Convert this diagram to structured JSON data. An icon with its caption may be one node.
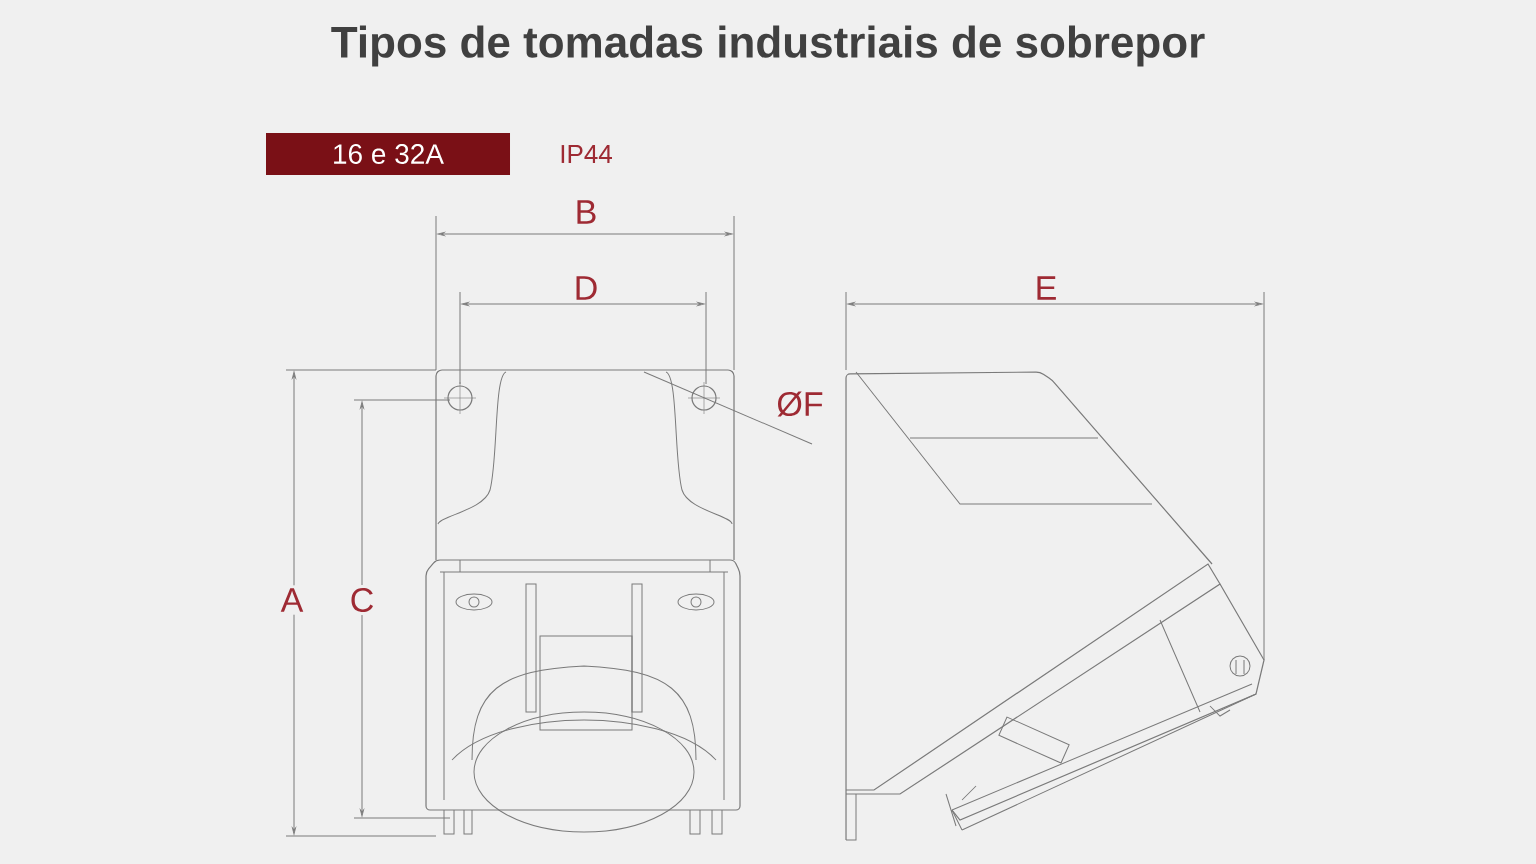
{
  "diagram": {
    "title": "Tipos de tomadas industriais de sobrepor",
    "nodes": [
      {
        "text": [
          "16 e 32A"
        ]
      }
    ],
    "labels": [
      "IP44",
      "B",
      "D",
      "E",
      "ØF",
      "A",
      "C"
    ]
  }
}
